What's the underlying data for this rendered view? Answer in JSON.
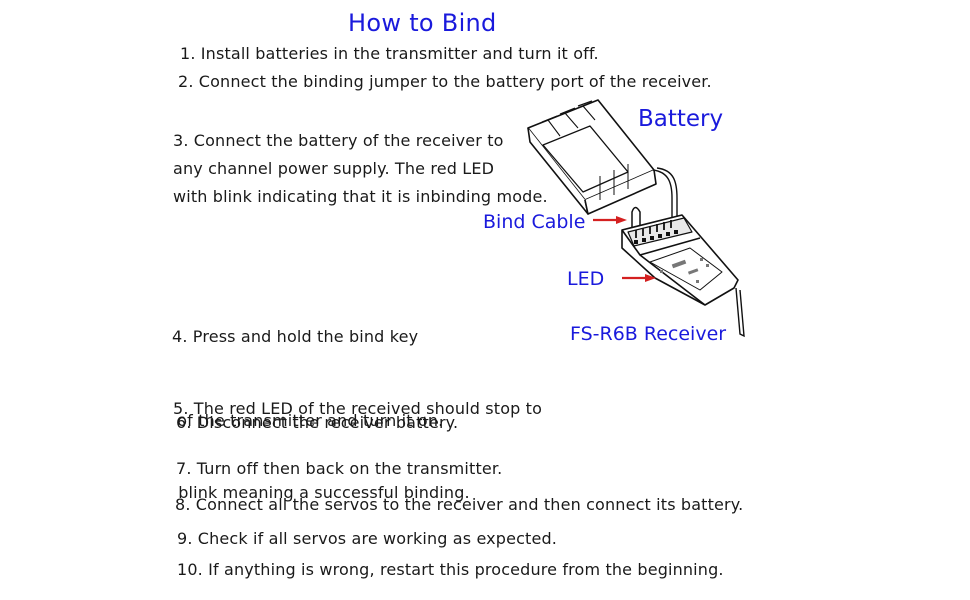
{
  "title": "How to Bind",
  "steps": [
    [
      "1.  Install batteries in the transmitter and turn it off."
    ],
    [
      "2. Connect the binding jumper to the battery port of the receiver."
    ],
    [
      "3. Connect the battery of the receiver to",
      "any channel power supply. The red LED",
      "with blink indicating that it is inbinding mode."
    ],
    [
      "4. Press and hold the bind key",
      " of the transmitter and turn it on."
    ],
    [
      "5. The red LED of the received should stop to",
      " blink meaning a successful binding."
    ],
    [
      "6. Disconnect the receiver battery."
    ],
    [
      "7. Turn off then back on the transmitter."
    ],
    [
      "8. Connect all the servos to the receiver and then connect its battery."
    ],
    [
      "9. Check if all servos are working as expected."
    ],
    [
      "10. If anything is wrong, restart this procedure from the beginning."
    ]
  ],
  "diagram": {
    "battery_label": "Battery",
    "bind_cable_label": "Bind Cable",
    "led_label": "LED",
    "receiver_label": "FS-R6B Receiver",
    "arrow_color": "#d42020",
    "label_color": "#1a1adc",
    "icons": [
      "battery-pack-icon",
      "receiver-icon",
      "bind-cable-icon",
      "led-arrow-icon"
    ]
  }
}
